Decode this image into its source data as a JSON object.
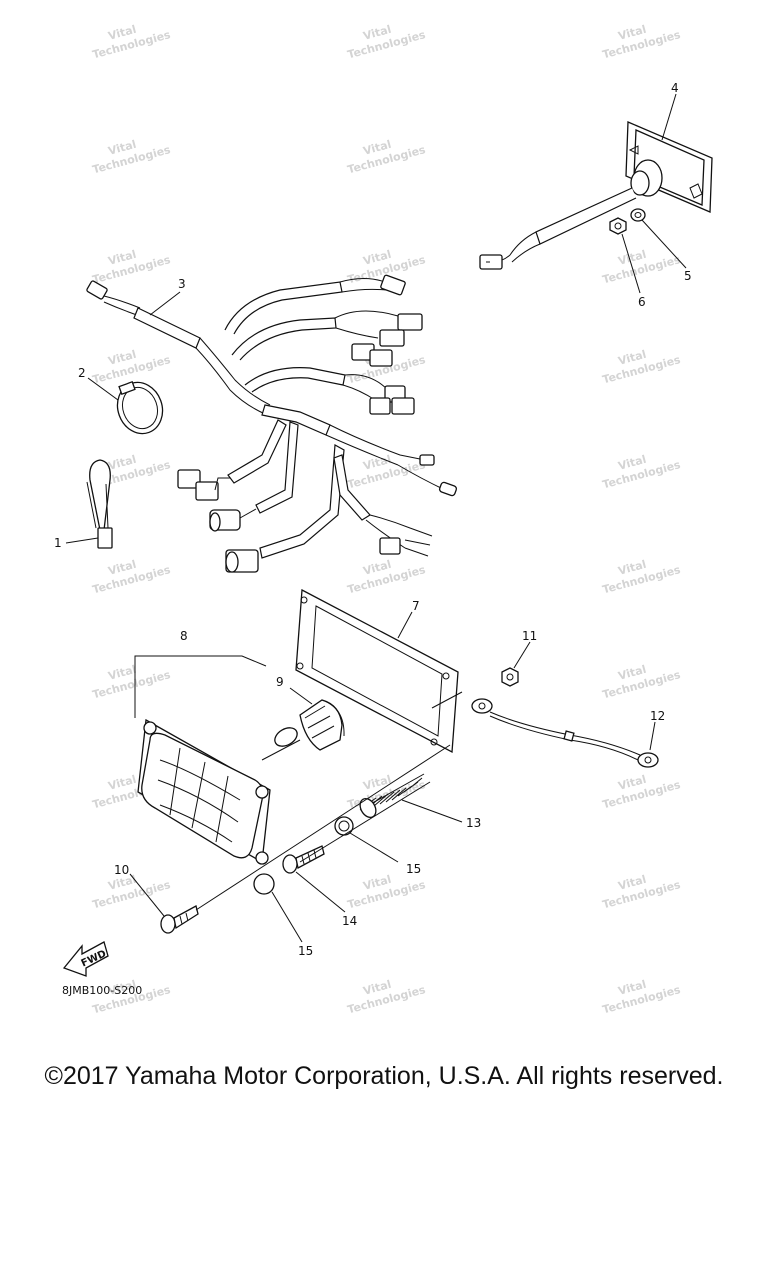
{
  "watermark": {
    "line1": "Vital",
    "line2": "Technologies"
  },
  "callouts": {
    "c1": "1",
    "c2": "2",
    "c3": "3",
    "c4": "4",
    "c5": "5",
    "c6": "6",
    "c7": "7",
    "c8": "8",
    "c9": "9",
    "c10": "10",
    "c11": "11",
    "c12": "12",
    "c13": "13",
    "c14": "14",
    "c15a": "15",
    "c15b": "15"
  },
  "fwd_label": "FWD",
  "diagram_code": "8JMB100-S200",
  "copyright": "©2017 Yamaha Motor Corporation, U.S.A. All rights reserved."
}
